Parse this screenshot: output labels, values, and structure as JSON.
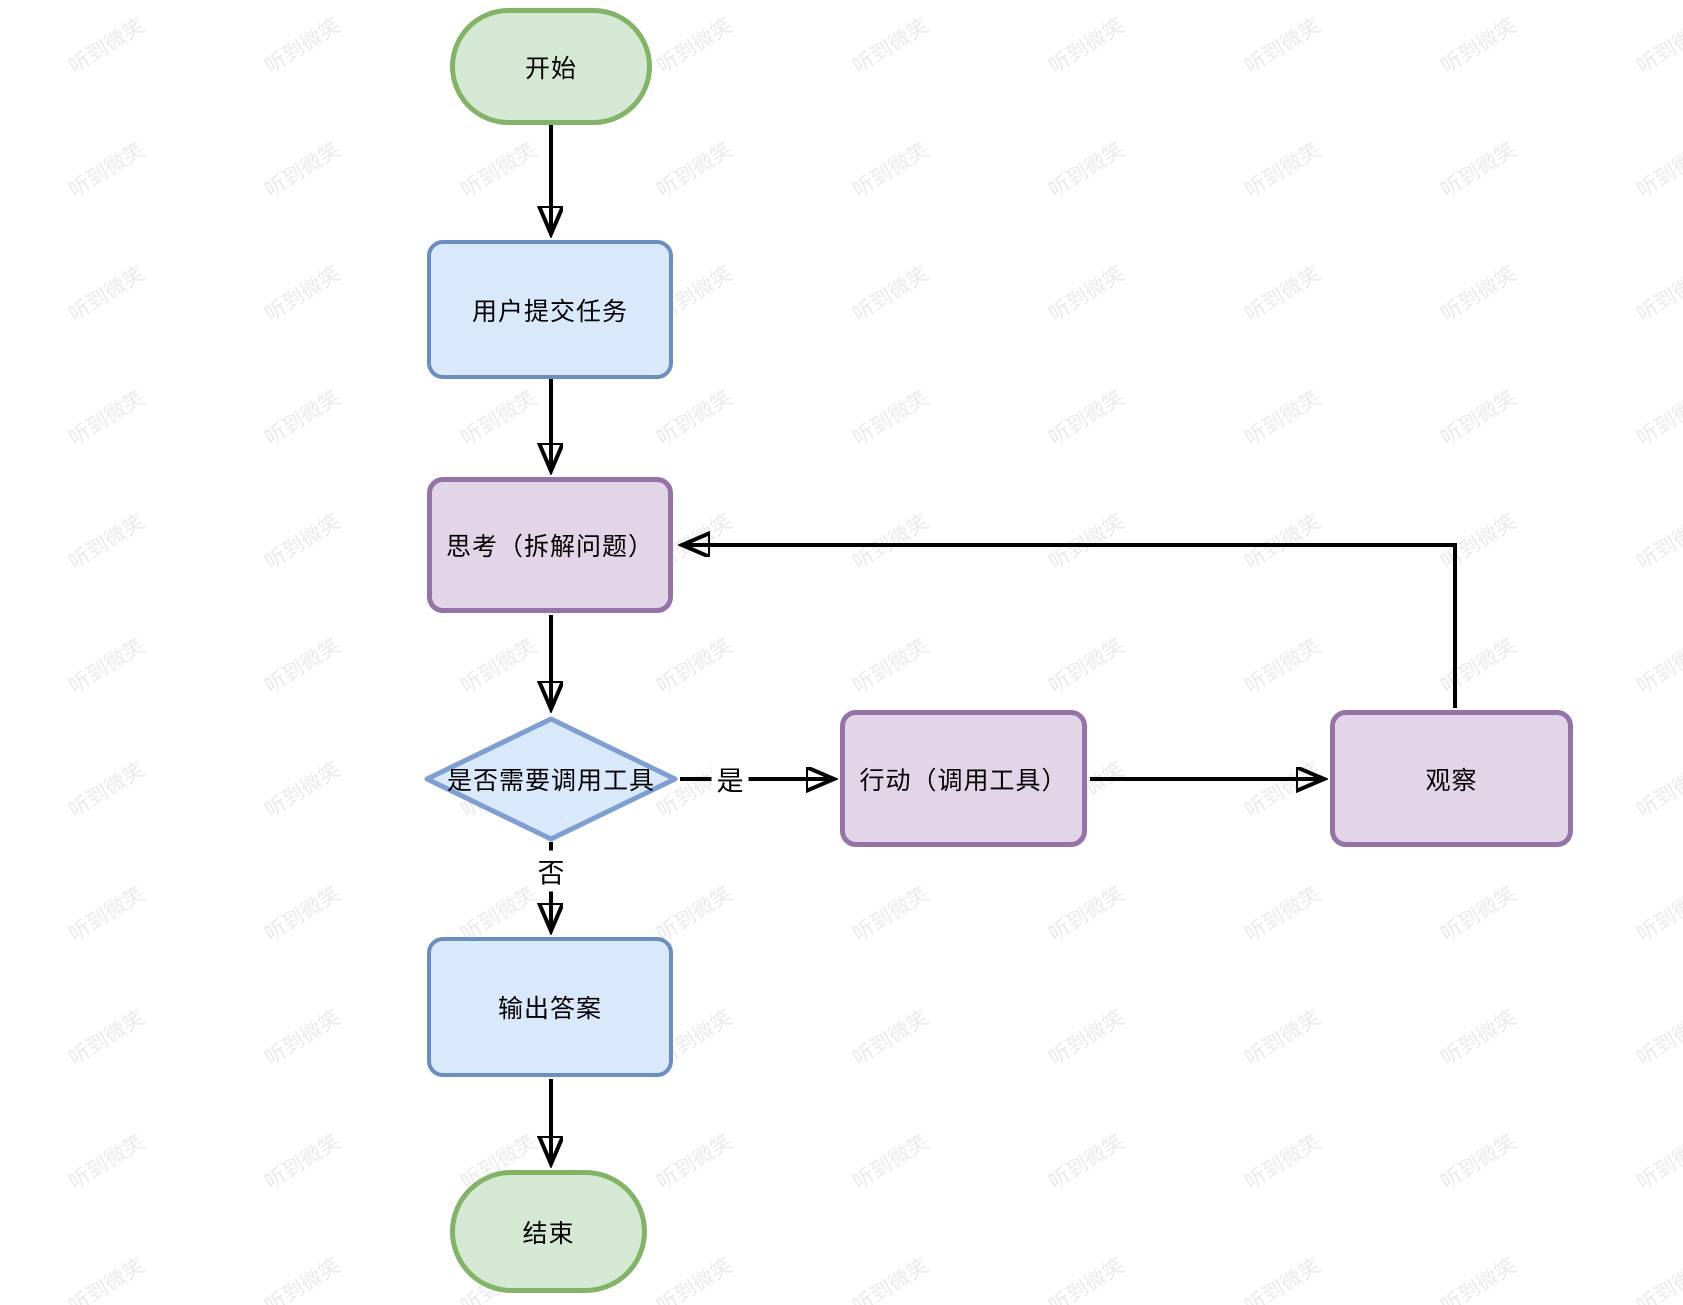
{
  "diagram": {
    "watermark": {
      "text": "听到微笑"
    },
    "nodes": {
      "start": "开始",
      "user_task": "用户提交任务",
      "think": "思考（拆解问题）",
      "decision": "是否需要调用工具",
      "action": "行动（调用工具）",
      "observe": "观察",
      "output": "输出答案",
      "end": "结束"
    },
    "edge_labels": {
      "yes": "是",
      "no": "否"
    },
    "colors": {
      "canvas_bg": "#ffffff",
      "text": "#000000",
      "arrow": "#000000",
      "green_fill": "#d5e8d4",
      "green_border": "#82b366",
      "blue_fill": "#dae8fc",
      "blue_border": "#6c8ebf",
      "purple_fill": "#e1d5e7",
      "purple_border": "#9673a6",
      "diamond_fill": "#dae8fc",
      "diamond_border": "#7f9fd1",
      "watermark": "#eaeaea"
    }
  }
}
